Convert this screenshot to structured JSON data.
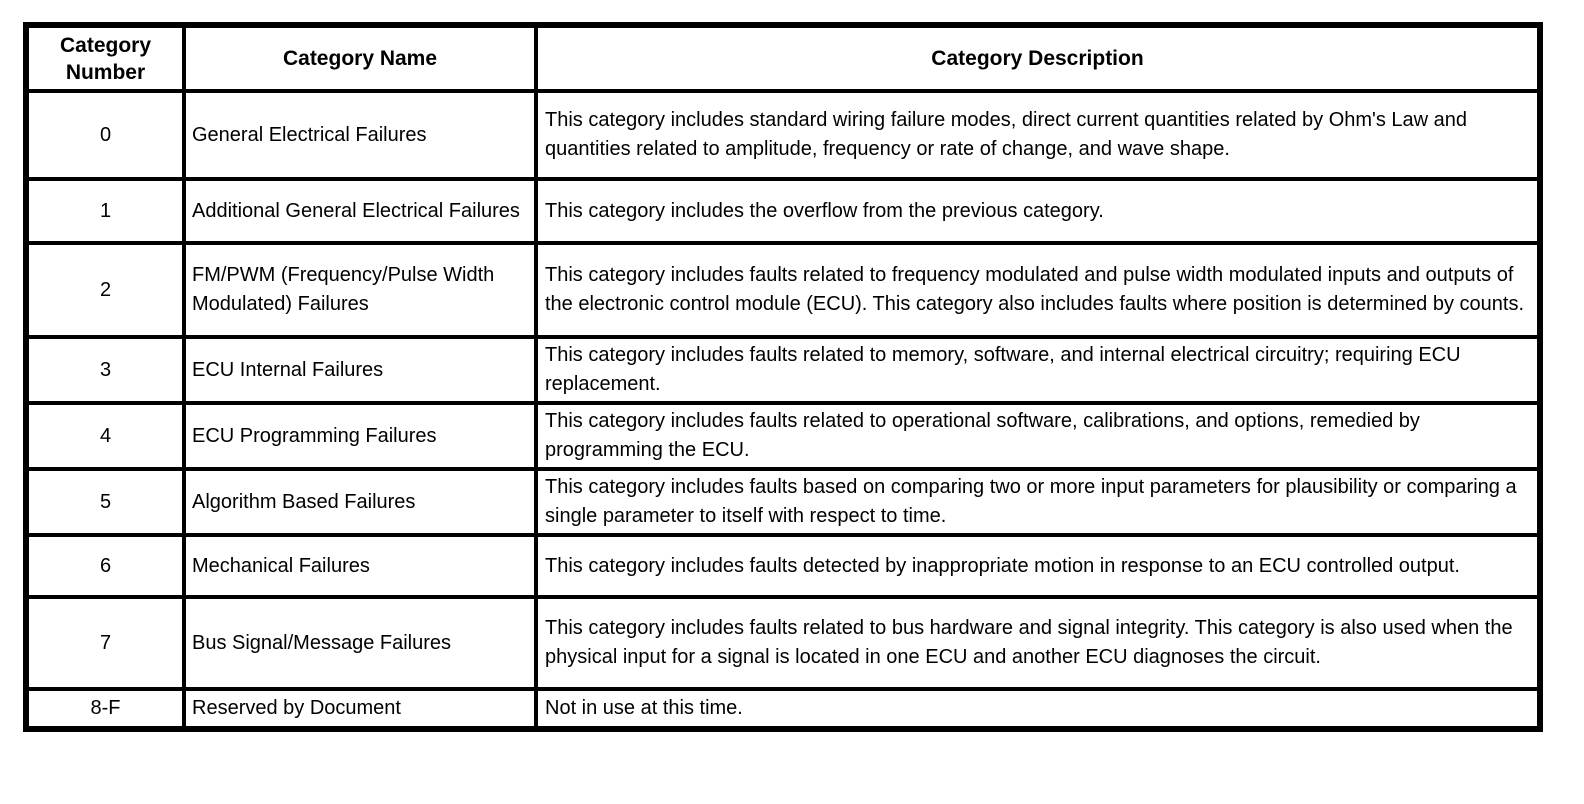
{
  "colors": {
    "border": "#000000",
    "text": "#000000",
    "background": "#ffffff"
  },
  "table": {
    "headers": {
      "number": "Category Number",
      "name": "Category Name",
      "description": "Category Description"
    },
    "rows": [
      {
        "number": "0",
        "name": "General Electrical Failures",
        "description": "This category includes standard wiring failure modes, direct current quantities related by Ohm's Law and quantities related to amplitude, frequency or rate of change, and wave shape."
      },
      {
        "number": "1",
        "name": "Additional General Electrical Failures",
        "description": "This category includes the overflow from the previous category."
      },
      {
        "number": "2",
        "name": "FM/PWM (Frequency/Pulse Width Modulated) Failures",
        "description": "This category includes faults related to frequency modulated and pulse width modulated inputs and outputs of the electronic control module (ECU). This category also includes faults where position is determined by counts."
      },
      {
        "number": "3",
        "name": "ECU Internal Failures",
        "description": "This category includes faults related to memory, software, and internal electrical circuitry; requiring ECU replacement."
      },
      {
        "number": "4",
        "name": "ECU Programming Failures",
        "description": "This category includes faults related to operational software, calibrations, and options, remedied by programming the ECU."
      },
      {
        "number": "5",
        "name": "Algorithm Based Failures",
        "description": "This category includes faults based on comparing two or more input parameters for plausibility or comparing a single parameter to itself with respect to time."
      },
      {
        "number": "6",
        "name": "Mechanical Failures",
        "description": "This category includes faults detected by inappropriate motion in response to an ECU controlled output."
      },
      {
        "number": "7",
        "name": "Bus Signal/Message Failures",
        "description": "This category includes faults related to bus hardware and signal integrity. This category is also used when the physical input for a signal is located in one ECU and another ECU diagnoses the circuit."
      },
      {
        "number": "8-F",
        "name": "Reserved by Document",
        "description": "Not in use at this time."
      }
    ]
  }
}
